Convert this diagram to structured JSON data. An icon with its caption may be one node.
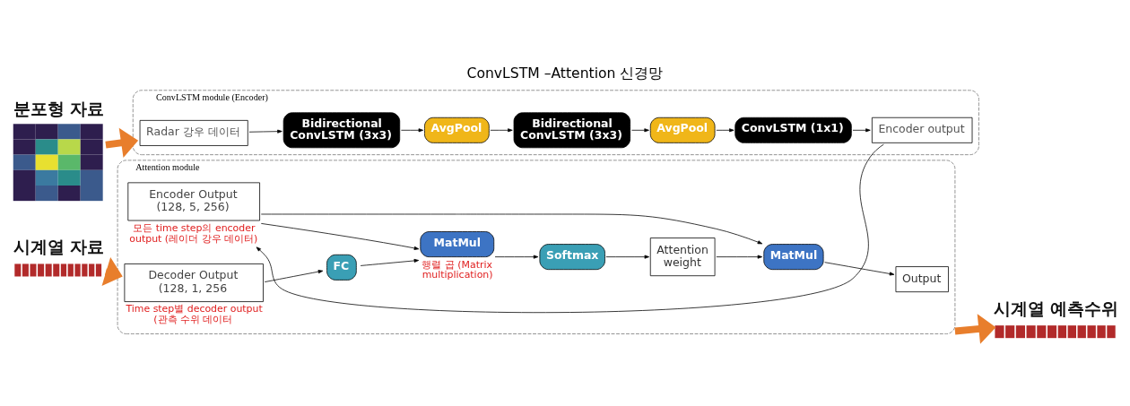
{
  "diagram": {
    "title": "ConvLSTM –Attention 신경망",
    "nodes": [
      {
        "text": [
          "분포형 자료"
        ]
      },
      {
        "text": [
          "시계열 자료"
        ]
      },
      {
        "text": [
          "ConvLSTM module (Encoder)"
        ]
      },
      {
        "text": [
          "Radar 강우 데이터"
        ],
        "in": 2
      },
      {
        "text": [
          "Bidirectional ConvLSTM (3x3)"
        ],
        "in": 2
      },
      {
        "text": [
          "AvgPool"
        ],
        "in": 2
      },
      {
        "text": [
          "Bidirectional ConvLSTM (3x3)"
        ],
        "in": 2
      },
      {
        "text": [
          "AvgPool"
        ],
        "in": 2
      },
      {
        "text": [
          "ConvLSTM (1x1)"
        ],
        "in": 2
      },
      {
        "text": [
          "Encoder output"
        ],
        "in": 2
      },
      {
        "text": [
          "Attention module"
        ]
      },
      {
        "text": [
          "Encoder Output (128, 5, 256)"
        ],
        "beside": [
          "모든 time step의 encoder output (레이더 강우 데이터)"
        ],
        "in": 10
      },
      {
        "text": [
          "Decoder Output (128, 1, 256"
        ],
        "beside": [
          "Time step별 decoder output (관측 수위 데이터"
        ],
        "in": 10
      },
      {
        "text": [
          "FC"
        ],
        "in": 10
      },
      {
        "text": [
          "MatMul"
        ],
        "beside": [
          "행렬 곱 (Matrix multiplication)"
        ],
        "in": 10
      },
      {
        "text": [
          "Softmax"
        ],
        "in": 10
      },
      {
        "text": [
          "Attention weight"
        ],
        "in": 10
      },
      {
        "text": [
          "MatMul"
        ],
        "in": 10
      },
      {
        "text": [
          "Output"
        ],
        "in": 10
      },
      {
        "text": [
          "시계열 예측수위"
        ]
      }
    ],
    "edges": [
      {
        "from": 0,
        "to": 2,
        "arrow": "to",
        "style": "thick",
        "color": "#e87e2c"
      },
      {
        "from": 1,
        "to": 10,
        "arrow": "to",
        "style": "thick",
        "color": "#e87e2c"
      },
      {
        "from": 3,
        "to": 4,
        "arrow": "to"
      },
      {
        "from": 4,
        "to": 5,
        "arrow": "to"
      },
      {
        "from": 5,
        "to": 6,
        "arrow": "to"
      },
      {
        "from": 6,
        "to": 7,
        "arrow": "to"
      },
      {
        "from": 7,
        "to": 8,
        "arrow": "to"
      },
      {
        "from": 8,
        "to": 9,
        "arrow": "to"
      },
      {
        "from": 9,
        "to": 11,
        "arrow": "to"
      },
      {
        "from": 11,
        "to": 17,
        "arrow": "to"
      },
      {
        "from": 11,
        "to": 14,
        "arrow": "to"
      },
      {
        "from": 12,
        "to": 13,
        "arrow": "to"
      },
      {
        "from": 13,
        "to": 14,
        "arrow": "to"
      },
      {
        "from": 14,
        "to": 15,
        "arrow": "to"
      },
      {
        "from": 15,
        "to": 16,
        "arrow": "to"
      },
      {
        "from": 16,
        "to": 17,
        "arrow": "to"
      },
      {
        "from": 17,
        "to": 18,
        "arrow": "to"
      },
      {
        "from": 10,
        "to": 19,
        "arrow": "to",
        "style": "thick",
        "color": "#e87e2c"
      }
    ]
  }
}
